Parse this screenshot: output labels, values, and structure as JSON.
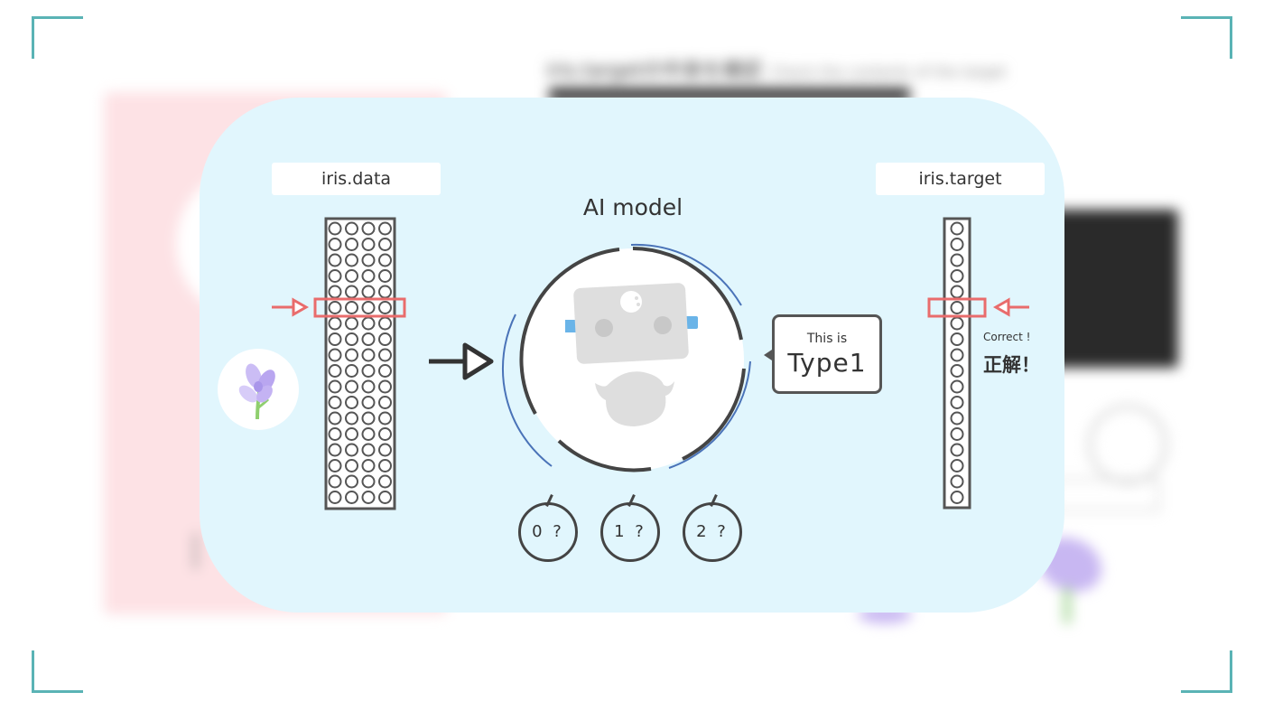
{
  "background": {
    "heading": "iris.targetの中身を確認",
    "heading_sub": "Check the contents of the target"
  },
  "diagram": {
    "iris_data_label": "iris.data",
    "iris_target_label": "iris.target",
    "model_title": "AI model",
    "prediction": {
      "prefix": "This is",
      "value": "Type1"
    },
    "verdict": {
      "en": "Correct !",
      "ja": "正解！"
    },
    "choices": [
      "0 ?",
      "1 ?",
      "2 ?"
    ]
  },
  "colors": {
    "panel": "#e1f6fd",
    "highlight": "#e96c6c",
    "frame_corner": "#5ab3b5",
    "robot_gray": "#dedede",
    "robot_ear": "#6ab4e8",
    "orbit": "#4a73b8"
  }
}
